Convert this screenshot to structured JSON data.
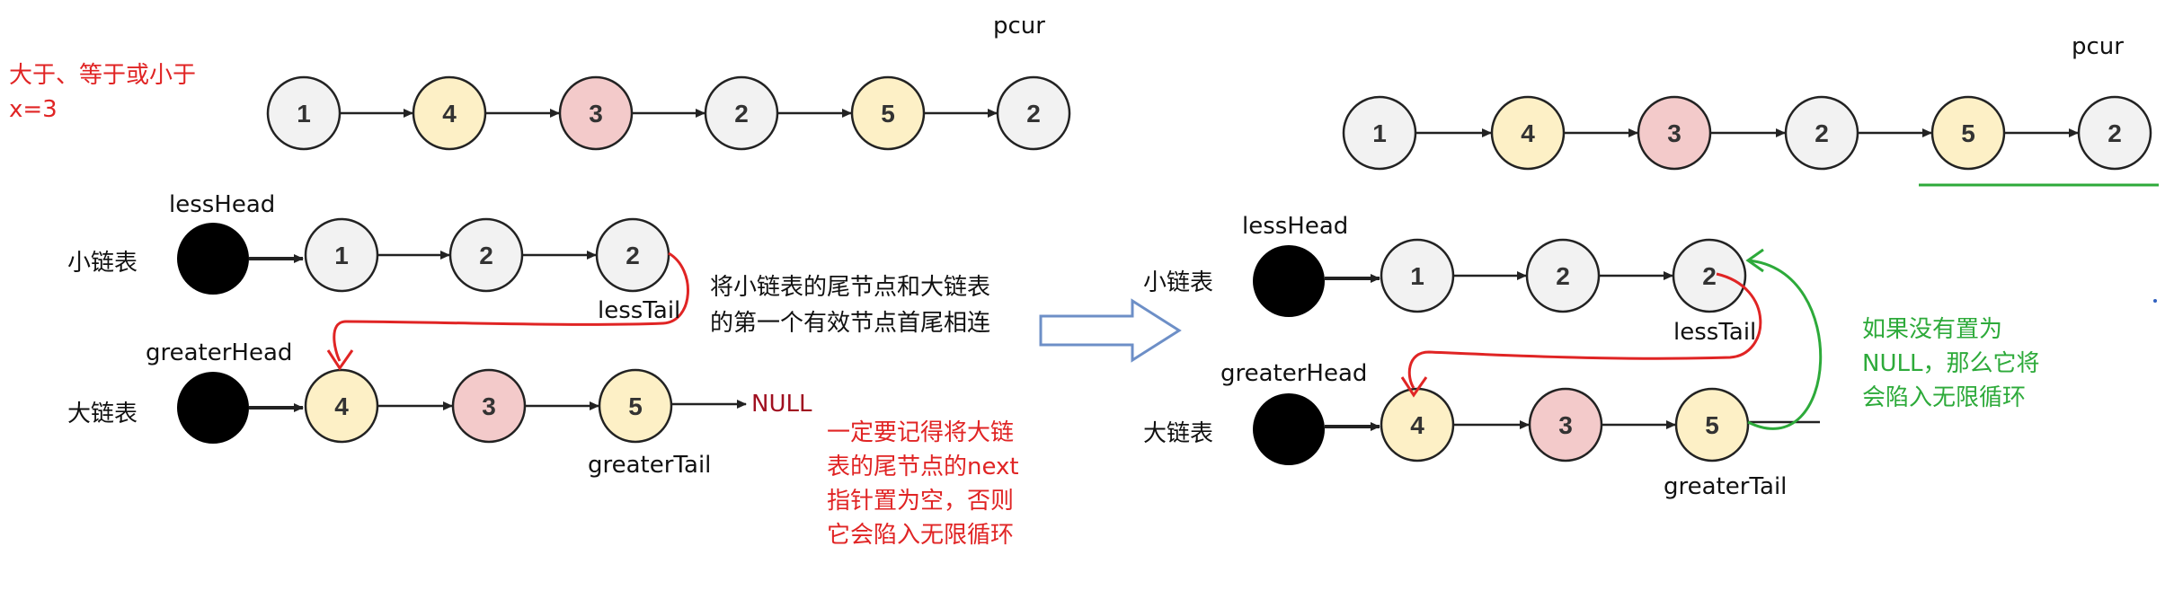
{
  "colors": {
    "white_fill": "#f2f2f2",
    "yellow_fill": "#fdf0c6",
    "pink_fill": "#f3caca",
    "stroke": "#222222",
    "red": "#e02424",
    "green": "#2daa3a",
    "null_red": "#a01020",
    "arrow_blue": "#6d8fc7"
  },
  "left": {
    "condition_label": "大于、等于或小于\nx=3",
    "pcur_label": "pcur",
    "original_list": [
      {
        "value": "1",
        "fill": "white"
      },
      {
        "value": "4",
        "fill": "yellow"
      },
      {
        "value": "3",
        "fill": "pink"
      },
      {
        "value": "2",
        "fill": "white"
      },
      {
        "value": "5",
        "fill": "yellow"
      },
      {
        "value": "2",
        "fill": "white"
      }
    ],
    "less_head_label": "lessHead",
    "small_list_label": "小链表",
    "less_list": [
      {
        "value": "1",
        "fill": "white"
      },
      {
        "value": "2",
        "fill": "white"
      },
      {
        "value": "2",
        "fill": "white"
      }
    ],
    "less_tail_label": "lessTail",
    "greater_head_label": "greaterHead",
    "big_list_label": "大链表",
    "greater_list": [
      {
        "value": "4",
        "fill": "yellow"
      },
      {
        "value": "3",
        "fill": "pink"
      },
      {
        "value": "5",
        "fill": "yellow"
      }
    ],
    "greater_tail_label": "greaterTail",
    "null_label": "NULL",
    "connect_note": "将小链表的尾节点和大链表\n的第一个有效节点首尾相连",
    "warning_note": "一定要记得将大链\n表的尾节点的next\n指针置为空，否则\n它会陷入无限循环"
  },
  "right": {
    "pcur_label": "pcur",
    "original_list": [
      {
        "value": "1",
        "fill": "white"
      },
      {
        "value": "4",
        "fill": "yellow"
      },
      {
        "value": "3",
        "fill": "pink"
      },
      {
        "value": "2",
        "fill": "white"
      },
      {
        "value": "5",
        "fill": "yellow"
      },
      {
        "value": "2",
        "fill": "white"
      }
    ],
    "less_head_label": "lessHead",
    "small_list_label": "小链表",
    "less_list": [
      {
        "value": "1",
        "fill": "white"
      },
      {
        "value": "2",
        "fill": "white"
      },
      {
        "value": "2",
        "fill": "white"
      }
    ],
    "less_tail_label": "lessTail",
    "greater_head_label": "greaterHead",
    "big_list_label": "大链表",
    "greater_list": [
      {
        "value": "4",
        "fill": "yellow"
      },
      {
        "value": "3",
        "fill": "pink"
      },
      {
        "value": "5",
        "fill": "yellow"
      }
    ],
    "greater_tail_label": "greaterTail",
    "loop_note": "如果没有置为\nNULL，那么它将\n会陷入无限循环"
  }
}
